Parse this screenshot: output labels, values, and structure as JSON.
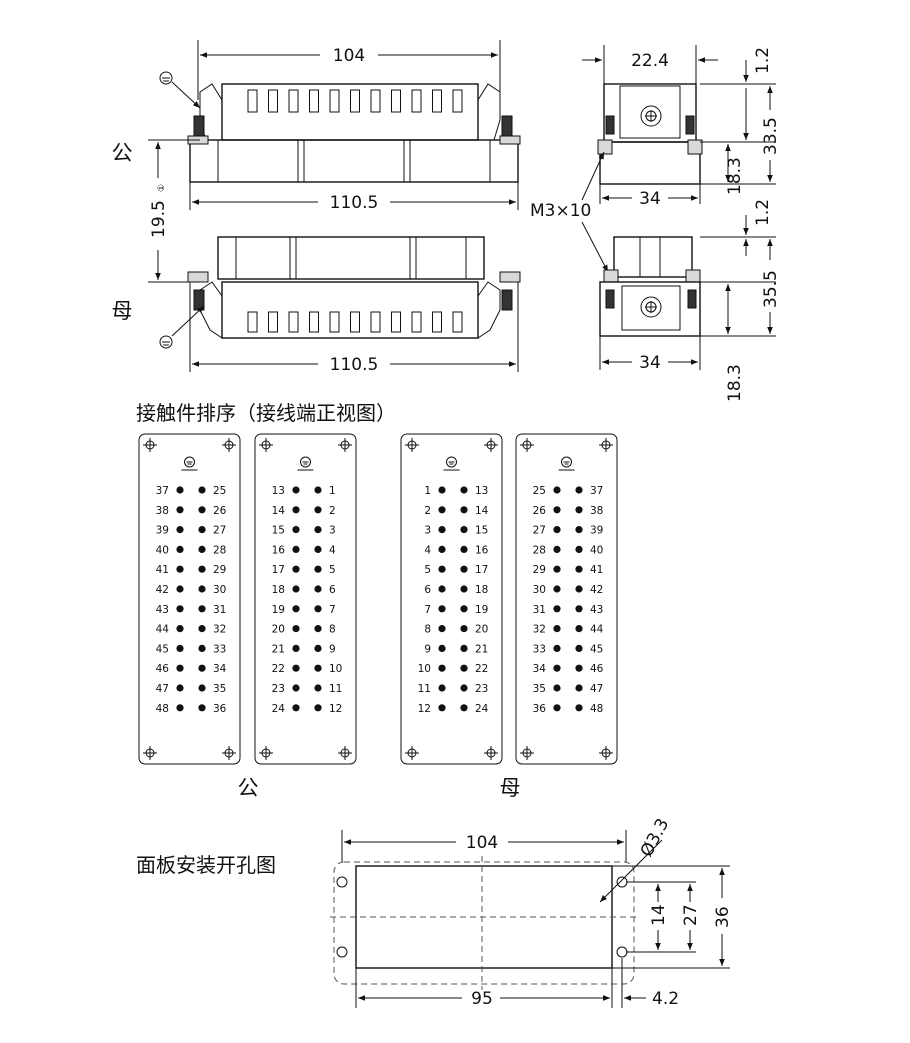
{
  "labels": {
    "male": "公",
    "female": "母",
    "contact_title": "接触件排序（接线端正视图）",
    "panel_title": "面板安装开孔图",
    "screw": "M3×10"
  },
  "dims": {
    "top_width": "104",
    "male_length": "110.5",
    "female_length": "110.5",
    "gap": "19.5",
    "gap_note": "①",
    "side_width": "22.4",
    "side_offset_top": "1.2",
    "side_height_top": "33.5",
    "side_base_top": "18.3",
    "side_depth_top": "34",
    "side_offset_bottom": "1.2",
    "side_height_bottom": "35.5",
    "side_depth_bottom": "34",
    "side_base_bottom": "18.3",
    "panel_width": "104",
    "panel_hole": "Ø3.3",
    "panel_h14": "14",
    "panel_h27": "27",
    "panel_h36": "36",
    "panel_cut": "95",
    "panel_margin": "4.2"
  },
  "contacts": {
    "male_left_left": [
      "37",
      "38",
      "39",
      "40",
      "41",
      "42",
      "43",
      "44",
      "45",
      "46",
      "47",
      "48"
    ],
    "male_left_right": [
      "25",
      "26",
      "27",
      "28",
      "29",
      "30",
      "31",
      "32",
      "33",
      "34",
      "35",
      "36"
    ],
    "male_right_left": [
      "13",
      "14",
      "15",
      "16",
      "17",
      "18",
      "19",
      "20",
      "21",
      "22",
      "23",
      "24"
    ],
    "male_right_right": [
      "1",
      "2",
      "3",
      "4",
      "5",
      "6",
      "7",
      "8",
      "9",
      "10",
      "11",
      "12"
    ],
    "female_left_left": [
      "1",
      "2",
      "3",
      "4",
      "5",
      "6",
      "7",
      "8",
      "9",
      "10",
      "11",
      "12"
    ],
    "female_left_right": [
      "13",
      "14",
      "15",
      "16",
      "17",
      "18",
      "19",
      "20",
      "21",
      "22",
      "23",
      "24"
    ],
    "female_right_left": [
      "25",
      "26",
      "27",
      "28",
      "29",
      "30",
      "31",
      "32",
      "33",
      "34",
      "35",
      "36"
    ],
    "female_right_right": [
      "37",
      "38",
      "39",
      "40",
      "41",
      "42",
      "43",
      "44",
      "45",
      "46",
      "47",
      "48"
    ]
  }
}
